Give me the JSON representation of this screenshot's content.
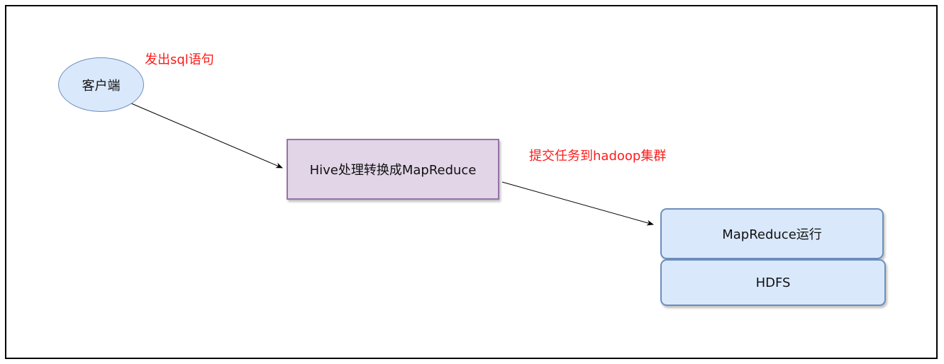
{
  "diagram": {
    "nodes": {
      "client": "客户端",
      "hive": "Hive处理转换成MapReduce",
      "mapreduce": "MapReduce运行",
      "hdfs": "HDFS"
    },
    "annotations": {
      "send_sql": "发出sql语句",
      "submit_task": "提交任务到hadoop集群"
    },
    "colors": {
      "client_fill": "#dae8fc",
      "client_border": "#6c8ebf",
      "hive_fill": "#e1d5e7",
      "hive_border": "#9673a6",
      "annotation_text": "#ff1a1a",
      "edge": "#000000"
    }
  }
}
